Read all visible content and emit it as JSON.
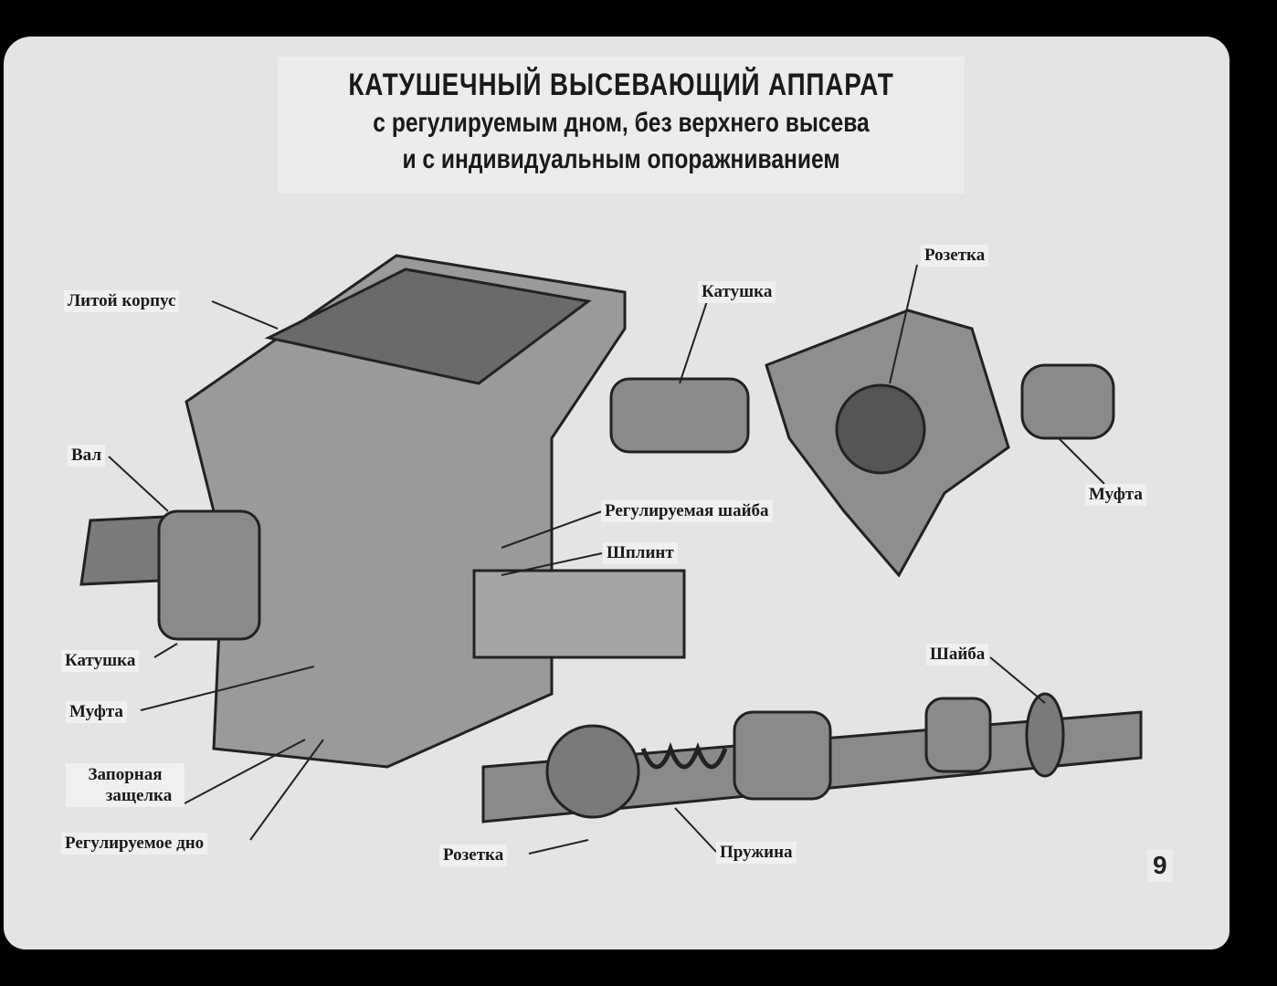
{
  "title": {
    "line1": "КАТУШЕЧНЫЙ ВЫСЕВАЮЩИЙ АППАРАТ",
    "line2": "с регулируемым дном, без верхнего высева",
    "line3": "и с индивидуальным опоражниванием"
  },
  "labels": {
    "housing": "Литой корпус",
    "reel_top": "Катушка",
    "rosette_top": "Розетка",
    "shaft": "Вал",
    "adj_washer": "Регулируемая шайба",
    "cotter_pin": "Шплинт",
    "coupling_right": "Муфта",
    "washer": "Шайба",
    "reel_left": "Катушка",
    "coupling_left": "Муфта",
    "latch_1": "Запорная",
    "latch_2": "защелка",
    "adj_bottom": "Регулируемое дно",
    "rosette_bottom": "Розетка",
    "spring": "Пружина"
  },
  "page_number": "9"
}
